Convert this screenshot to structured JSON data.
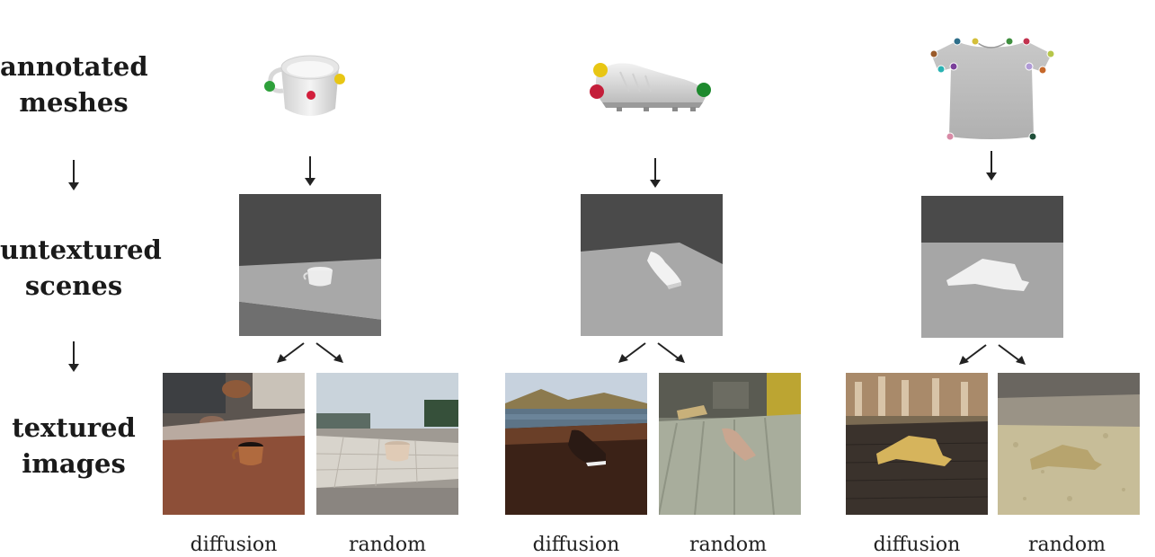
{
  "row_labels": {
    "row1": [
      "annotated",
      "meshes"
    ],
    "row2": [
      "untextured",
      "scenes"
    ],
    "row3": [
      "textured",
      "images"
    ]
  },
  "captions": {
    "diffusion": "diffusion",
    "random": "random"
  },
  "colors": {
    "keypoint_red": "#d21f3c",
    "keypoint_green": "#2ea03a",
    "keypoint_yellow": "#e8c614",
    "render_background": "#4a4a4a",
    "render_floor": "#a8a8a8",
    "arrow": "#222222"
  },
  "objects": [
    "mug",
    "shoe",
    "shirt"
  ]
}
